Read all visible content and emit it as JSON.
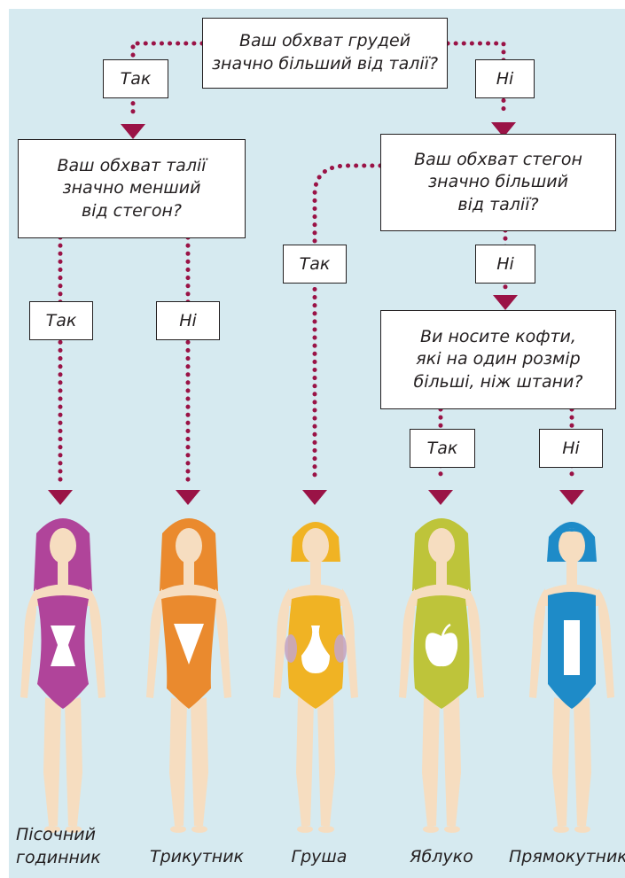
{
  "questions": {
    "q1": "Ваш обхват грудей\nзначно більший від талії?",
    "q2": "Ваш обхват талії\nзначно менший\nвід стегон?",
    "q3": "Ваш обхват стегон\nзначно більший\nвід талії?",
    "q4": "Ви носите кофти,\nякі на один розмір\nбільші, ніж штани?"
  },
  "answers": {
    "q1_yes": "Так",
    "q1_no": "Ні",
    "q2_yes": "Так",
    "q2_no": "Ні",
    "q3_yes": "Так",
    "q3_no": "Ні",
    "q4_yes": "Так",
    "q4_no": "Ні"
  },
  "body_types": [
    {
      "name": "Пісочний\nгодинник",
      "color": "#b0449a",
      "shape": "hourglass"
    },
    {
      "name": "Трикутник",
      "color": "#ea8a2e",
      "shape": "triangle"
    },
    {
      "name": "Груша",
      "color": "#f0b324",
      "shape": "pear"
    },
    {
      "name": "Яблуко",
      "color": "#bec43a",
      "shape": "apple"
    },
    {
      "name": "Прямокутник",
      "color": "#1e8bc8",
      "shape": "rectangle"
    }
  ],
  "colors": {
    "background": "#d6eaf0",
    "connector": "#9a1346",
    "skin": "#f6ddc0"
  }
}
